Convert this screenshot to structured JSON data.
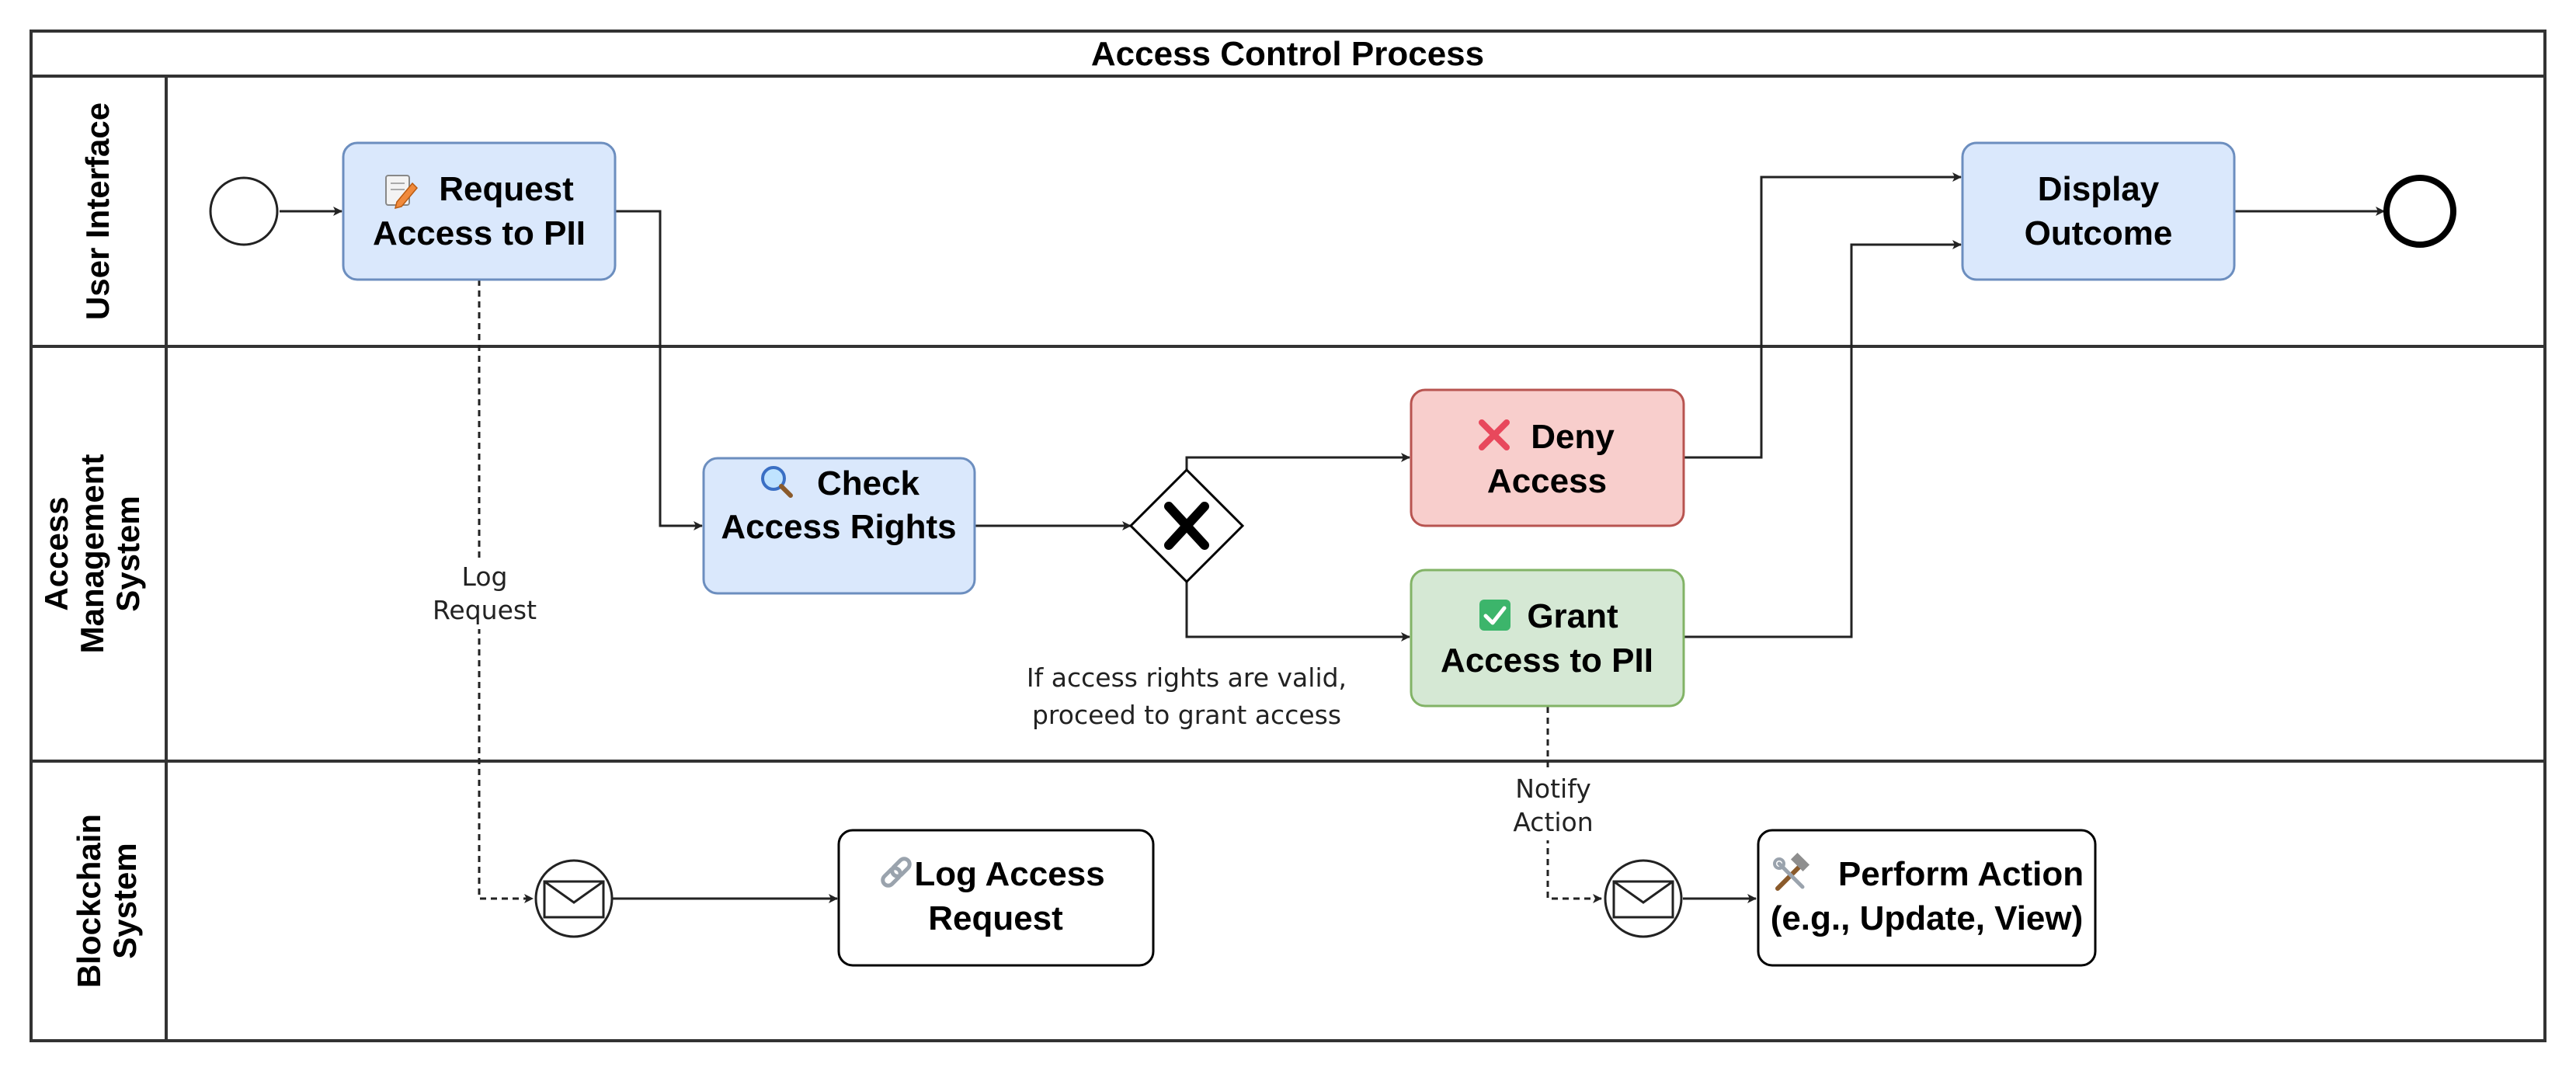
{
  "pool": {
    "title": "Access Control Process"
  },
  "lanes": [
    {
      "id": "ui",
      "label": "User Interface"
    },
    {
      "id": "ams",
      "label_lines": [
        "Access",
        "Management",
        "System"
      ]
    },
    {
      "id": "bc",
      "label_lines": [
        "Blockchain",
        "System"
      ]
    }
  ],
  "tasks": {
    "request": {
      "icon": "memo-icon",
      "line1": "Request",
      "line2": "Access to PII",
      "fill": "#dae8fc",
      "stroke": "#6c8ebf"
    },
    "display": {
      "line1": "Display",
      "line2": "Outcome",
      "fill": "#dae8fc",
      "stroke": "#6c8ebf"
    },
    "check": {
      "icon": "magnifier-icon",
      "line1": "Check",
      "line2": "Access Rights",
      "fill": "#dae8fc",
      "stroke": "#6c8ebf"
    },
    "deny": {
      "icon": "cross-mark-icon",
      "line1": "Deny",
      "line2": "Access",
      "fill": "#f8cecc",
      "stroke": "#b85450"
    },
    "grant": {
      "icon": "check-mark-icon",
      "line1": "Grant",
      "line2": "Access to PII",
      "fill": "#d5e8d4",
      "stroke": "#82b366"
    },
    "log": {
      "icon": "link-icon",
      "line1": "Log Access",
      "line2": "Request",
      "fill": "#ffffff",
      "stroke": "#000000"
    },
    "perform": {
      "icon": "hammer-wrench-icon",
      "line1": "Perform Action",
      "line2": "(e.g., Update, View)",
      "fill": "#ffffff",
      "stroke": "#000000"
    }
  },
  "edge_labels": {
    "log_request": {
      "line1": "Log",
      "line2": "Request"
    },
    "notify_action": {
      "line1": "Notify",
      "line2": "Action"
    },
    "valid_note": {
      "line1": "If access rights are valid,",
      "line2": "proceed to grant access"
    }
  }
}
